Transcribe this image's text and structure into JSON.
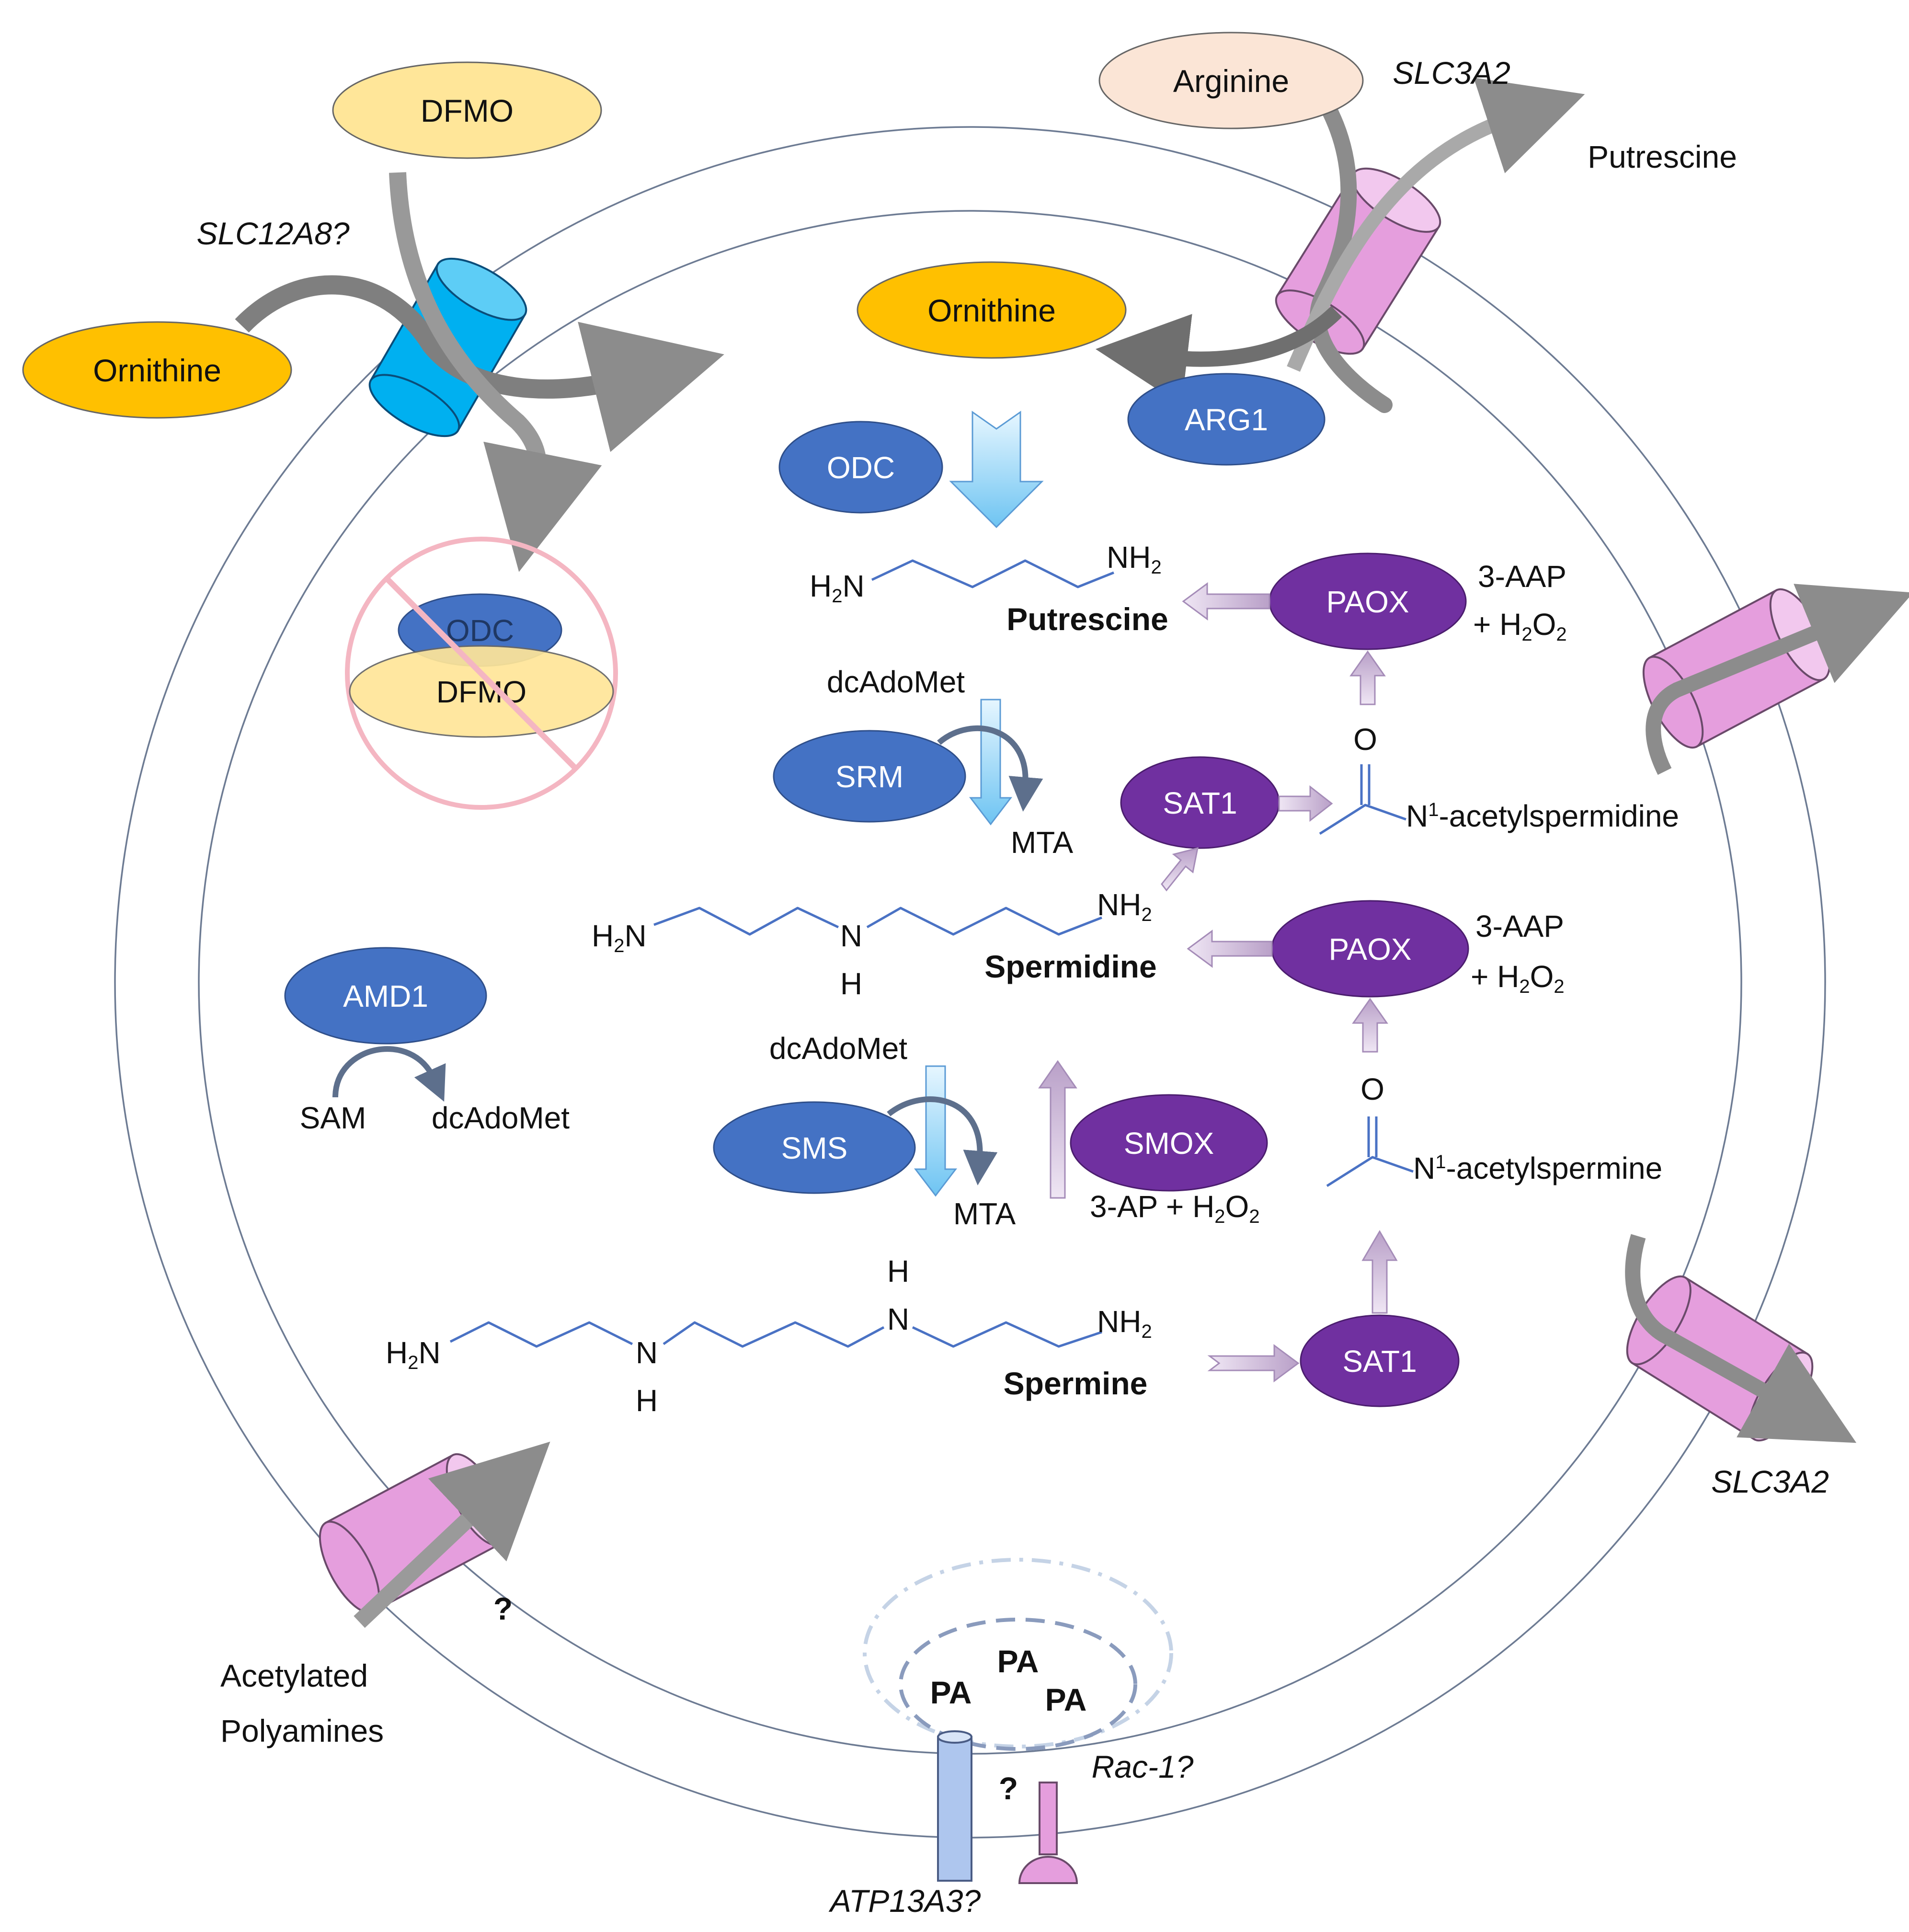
{
  "colors": {
    "enzyme_blue": "#4472c4",
    "enzyme_purple": "#7030a0",
    "metabolite_orange": "#ffc000",
    "dfmo_yellow": "#ffe699",
    "arginine_peach": "#fbe5d6",
    "transporter_pink": "#e59edd",
    "transporter_cyan": "#00b0f0",
    "membrane": "#6d7b93",
    "chain_blue": "#4a72c4"
  },
  "extracellular": {
    "arginine": "Arginine",
    "dfmo": "DFMO",
    "ornithine": "Ornithine",
    "putrescine": "Putrescine",
    "acetylated_polyamines_line1": "Acetylated",
    "acetylated_polyamines_line2": "Polyamines"
  },
  "transporters": {
    "slc3a2_top": "SLC3A2",
    "slc12a8": "SLC12A8?",
    "slc3a2_right": "SLC3A2",
    "atp13a3": "ATP13A3?",
    "rac1": "Rac-1?",
    "unknown_transporter": "?",
    "unknown_endocytosis": "?"
  },
  "intracellular": {
    "ornithine": "Ornithine",
    "arg1": "ARG1",
    "odc": "ODC",
    "inhibited_odc": "ODC",
    "inhibited_dfmo": "DFMO",
    "putrescine_h2n": "H",
    "putrescine_h2n_sub": "2",
    "putrescine_h2n_n": "N",
    "putrescine_nh2": "NH",
    "putrescine_nh2_sub": "2",
    "putrescine": "Putrescine",
    "paox_top": "PAOX",
    "paox_top_prod_line1": "3-AAP",
    "paox_top_prod_line2_a": "+ H",
    "paox_top_prod_line2_sub1": "2",
    "paox_top_prod_line2_b": "O",
    "paox_top_prod_line2_sub2": "2",
    "dcadomet_srm": "dcAdoMet",
    "srm": "SRM",
    "mta_srm": "MTA",
    "sat1_top": "SAT1",
    "acetylspermidine_o": "O",
    "acetylspermidine_n": "N",
    "acetylspermidine_sup": "1",
    "acetylspermidine_rest": "-acetylspermidine",
    "spermidine_h2n": "H",
    "spermidine_h2n_sub": "2",
    "spermidine_h2n_n": "N",
    "spermidine_n": "N",
    "spermidine_h": "H",
    "spermidine_nh2": "NH",
    "spermidine_nh2_sub": "2",
    "spermidine": "Spermidine",
    "paox_mid": "PAOX",
    "paox_mid_prod_line1": "3-AAP",
    "paox_mid_prod_line2_a": "+ H",
    "paox_mid_prod_line2_sub1": "2",
    "paox_mid_prod_line2_b": "O",
    "paox_mid_prod_line2_sub2": "2",
    "amd1": "AMD1",
    "sam": "SAM",
    "dcadomet_amd1": "dcAdoMet",
    "dcadomet_sms": "dcAdoMet",
    "sms": "SMS",
    "mta_sms": "MTA",
    "smox": "SMOX",
    "smox_prod_a": "3-AP + H",
    "smox_prod_sub1": "2",
    "smox_prod_b": "O",
    "smox_prod_sub2": "2",
    "acetylspermine_o": "O",
    "acetylspermine_n": "N",
    "acetylspermine_sup": "1",
    "acetylspermine_rest": "-acetylspermine",
    "spermine_h2n": "H",
    "spermine_h2n_sub": "2",
    "spermine_h2n_n": "N",
    "spermine_n1": "N",
    "spermine_h1": "H",
    "spermine_n2": "N",
    "spermine_h2": "H",
    "spermine_nh2": "NH",
    "spermine_nh2_sub": "2",
    "spermine": "Spermine",
    "sat1_bottom": "SAT1",
    "pa1": "PA",
    "pa2": "PA",
    "pa3": "PA"
  }
}
